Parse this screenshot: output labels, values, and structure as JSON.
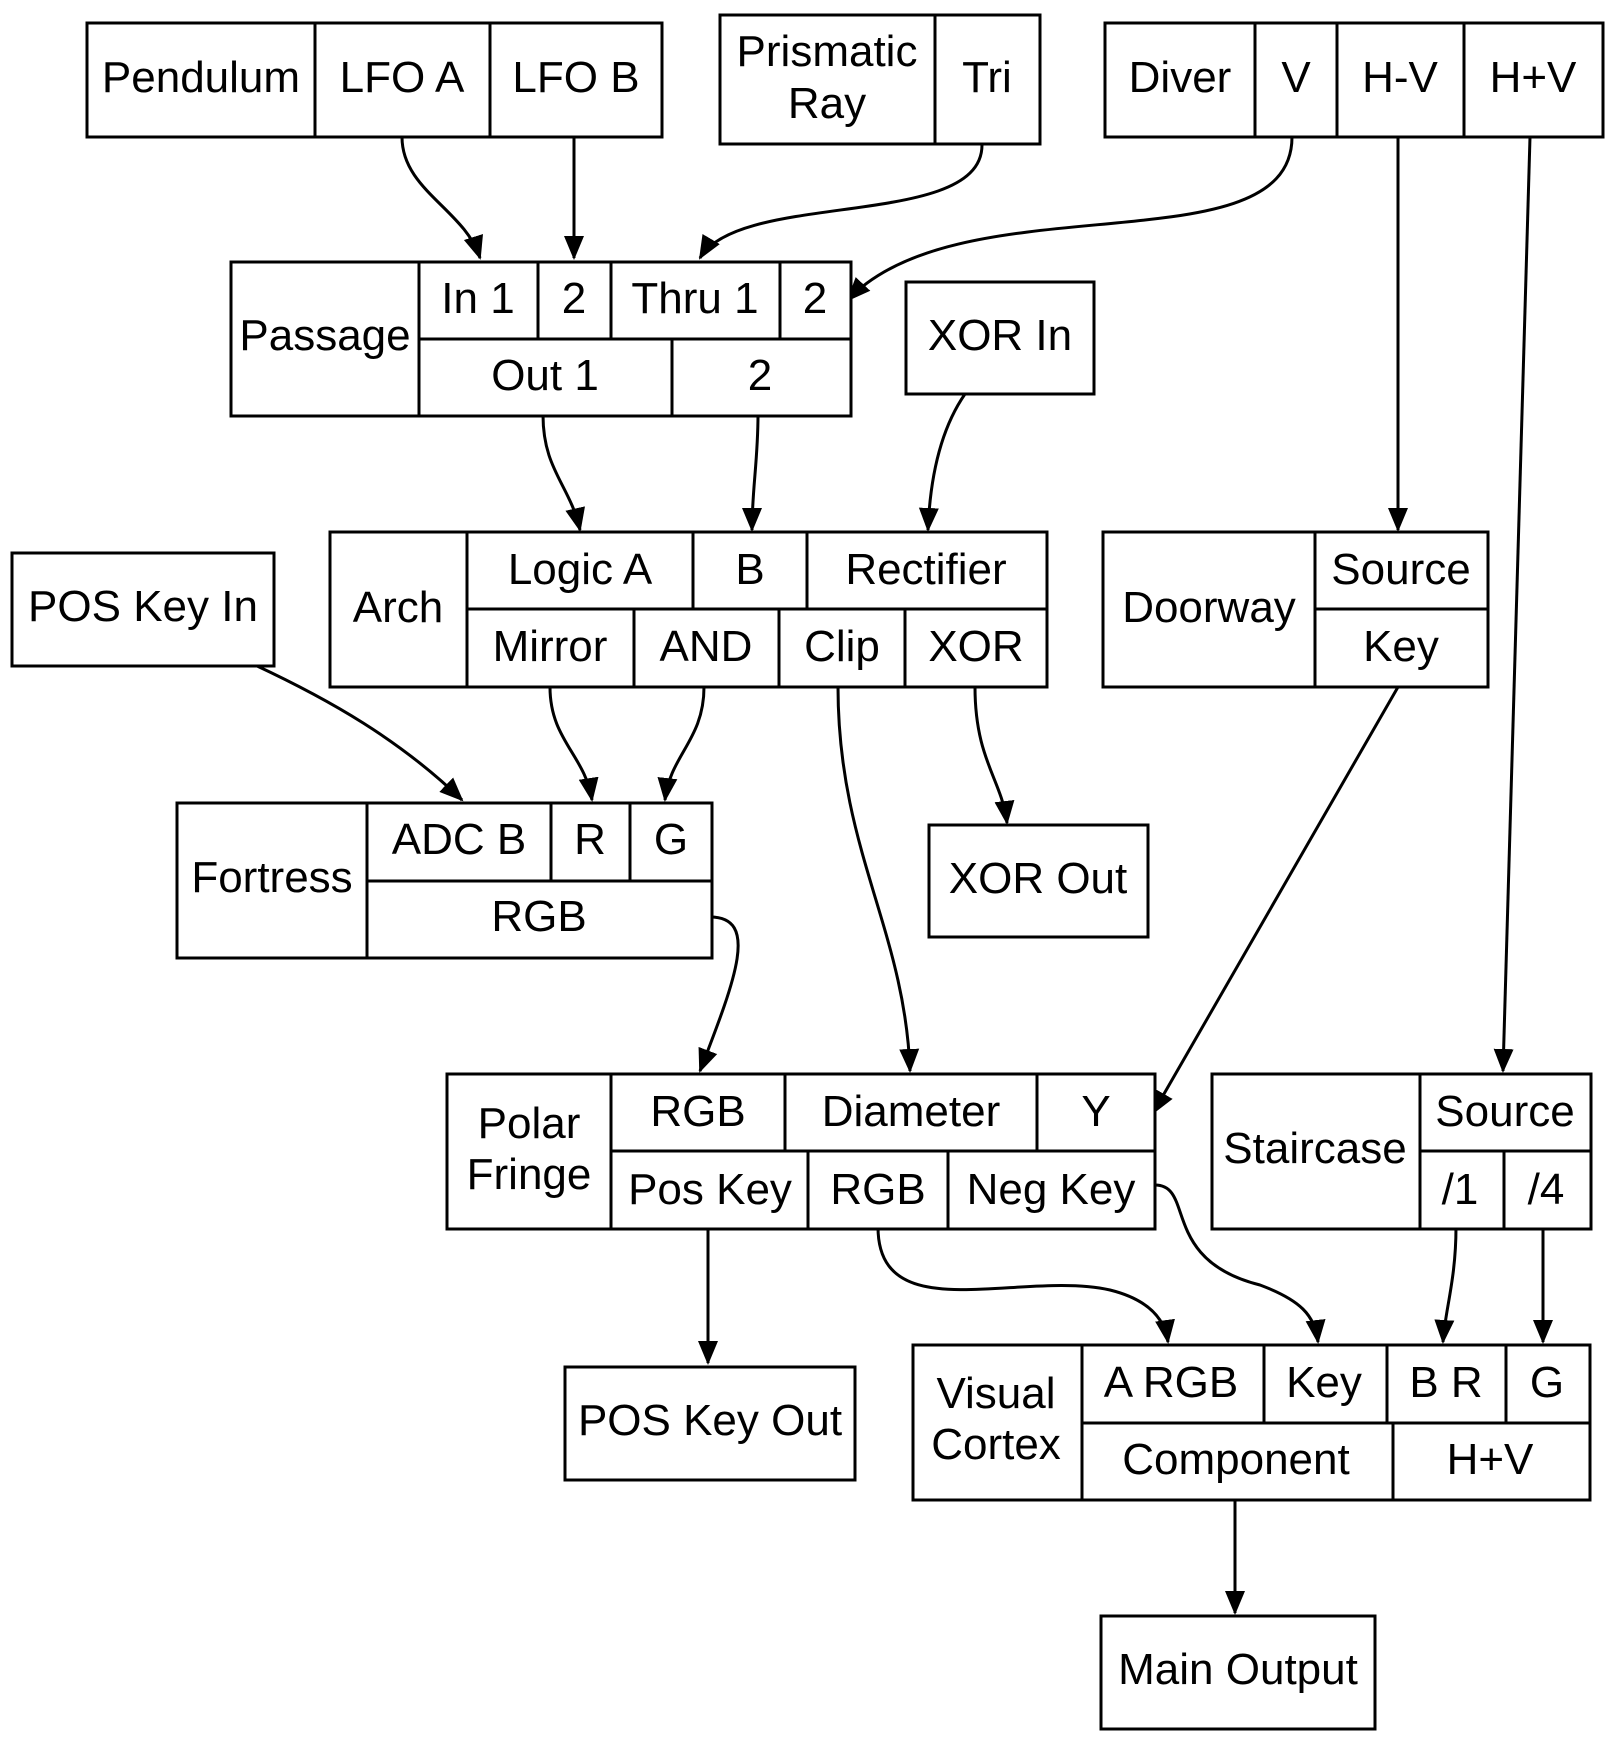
{
  "diagram": {
    "pendulum": {
      "name": "Pendulum",
      "lfo_a": "LFO A",
      "lfo_b": "LFO B"
    },
    "prismatic": {
      "name_line1": "Prismatic",
      "name_line2": "Ray",
      "tri": "Tri"
    },
    "diver": {
      "name": "Diver",
      "v": "V",
      "h_minus_v": "H-V",
      "h_plus_v": "H+V"
    },
    "passage": {
      "name": "Passage",
      "in1": "In 1",
      "in2": "2",
      "thru1": "Thru 1",
      "thru2": "2",
      "out1": "Out 1",
      "out2": "2"
    },
    "xor_in": {
      "label": "XOR In"
    },
    "arch": {
      "name": "Arch",
      "logic_a": "Logic A",
      "b": "B",
      "rectifier": "Rectifier",
      "mirror": "Mirror",
      "and": "AND",
      "clip": "Clip",
      "xor": "XOR"
    },
    "doorway": {
      "name": "Doorway",
      "source": "Source",
      "key": "Key"
    },
    "pos_key_in": {
      "label": "POS Key In"
    },
    "fortress": {
      "name": "Fortress",
      "adc_b": "ADC B",
      "r": "R",
      "g": "G",
      "rgb": "RGB"
    },
    "xor_out": {
      "label": "XOR Out"
    },
    "polar": {
      "name_line1": "Polar",
      "name_line2": "Fringe",
      "rgb_in": "RGB",
      "diameter": "Diameter",
      "y": "Y",
      "pos_key": "Pos Key",
      "rgb_out": "RGB",
      "neg_key": "Neg Key"
    },
    "staircase": {
      "name": "Staircase",
      "source": "Source",
      "div1": "/1",
      "div4": "/4"
    },
    "pos_key_out": {
      "label": "POS Key Out"
    },
    "visual": {
      "name_line1": "Visual",
      "name_line2": "Cortex",
      "a_rgb": "A RGB",
      "key": "Key",
      "b_r": "B R",
      "g": "G",
      "component": "Component",
      "h_plus_v": "H+V"
    },
    "main_output": {
      "label": "Main Output"
    }
  }
}
